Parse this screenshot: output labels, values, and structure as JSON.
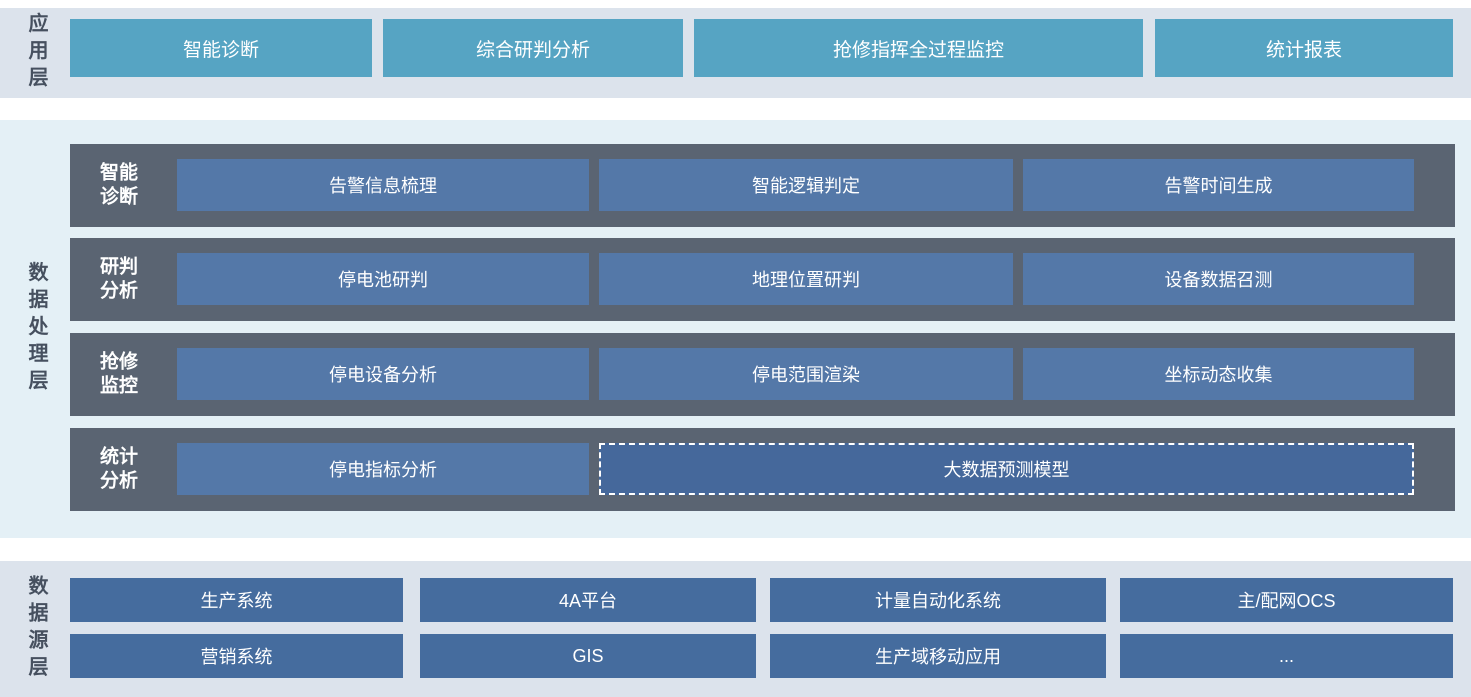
{
  "app_layer": {
    "label": "应用层",
    "items": [
      "智能诊断",
      "综合研判分析",
      "抢修指挥全过程监控",
      "统计报表"
    ]
  },
  "processing_layer": {
    "label": "数据处理层",
    "rows": [
      {
        "label": "智能诊断",
        "items": [
          "告警信息梳理",
          "智能逻辑判定",
          "告警时间生成"
        ]
      },
      {
        "label": "研判分析",
        "items": [
          "停电池研判",
          "地理位置研判",
          "设备数据召测"
        ]
      },
      {
        "label": "抢修监控",
        "items": [
          "停电设备分析",
          "停电范围渲染",
          "坐标动态收集"
        ]
      },
      {
        "label": "统计分析",
        "items": [
          "停电指标分析"
        ],
        "dashed_item": "大数据预测模型"
      }
    ]
  },
  "source_layer": {
    "label": "数据源层",
    "rows": [
      {
        "items": [
          "生产系统",
          "4A平台",
          "计量自动化系统",
          "主/配网OCS"
        ]
      },
      {
        "items": [
          "营销系统",
          "GIS",
          "生产域移动应用",
          "..."
        ]
      }
    ]
  },
  "colors": {
    "app_button": "#56a4c3",
    "band_background": "#dce3ec",
    "processing_background": "#e4f0f6",
    "row_bar": "#5a6472",
    "processing_button": "#5478a8",
    "dashed_button_fill": "#45689b",
    "source_button": "#456c9e",
    "layer_label_text": "#46505f",
    "button_text": "#ffffff"
  }
}
